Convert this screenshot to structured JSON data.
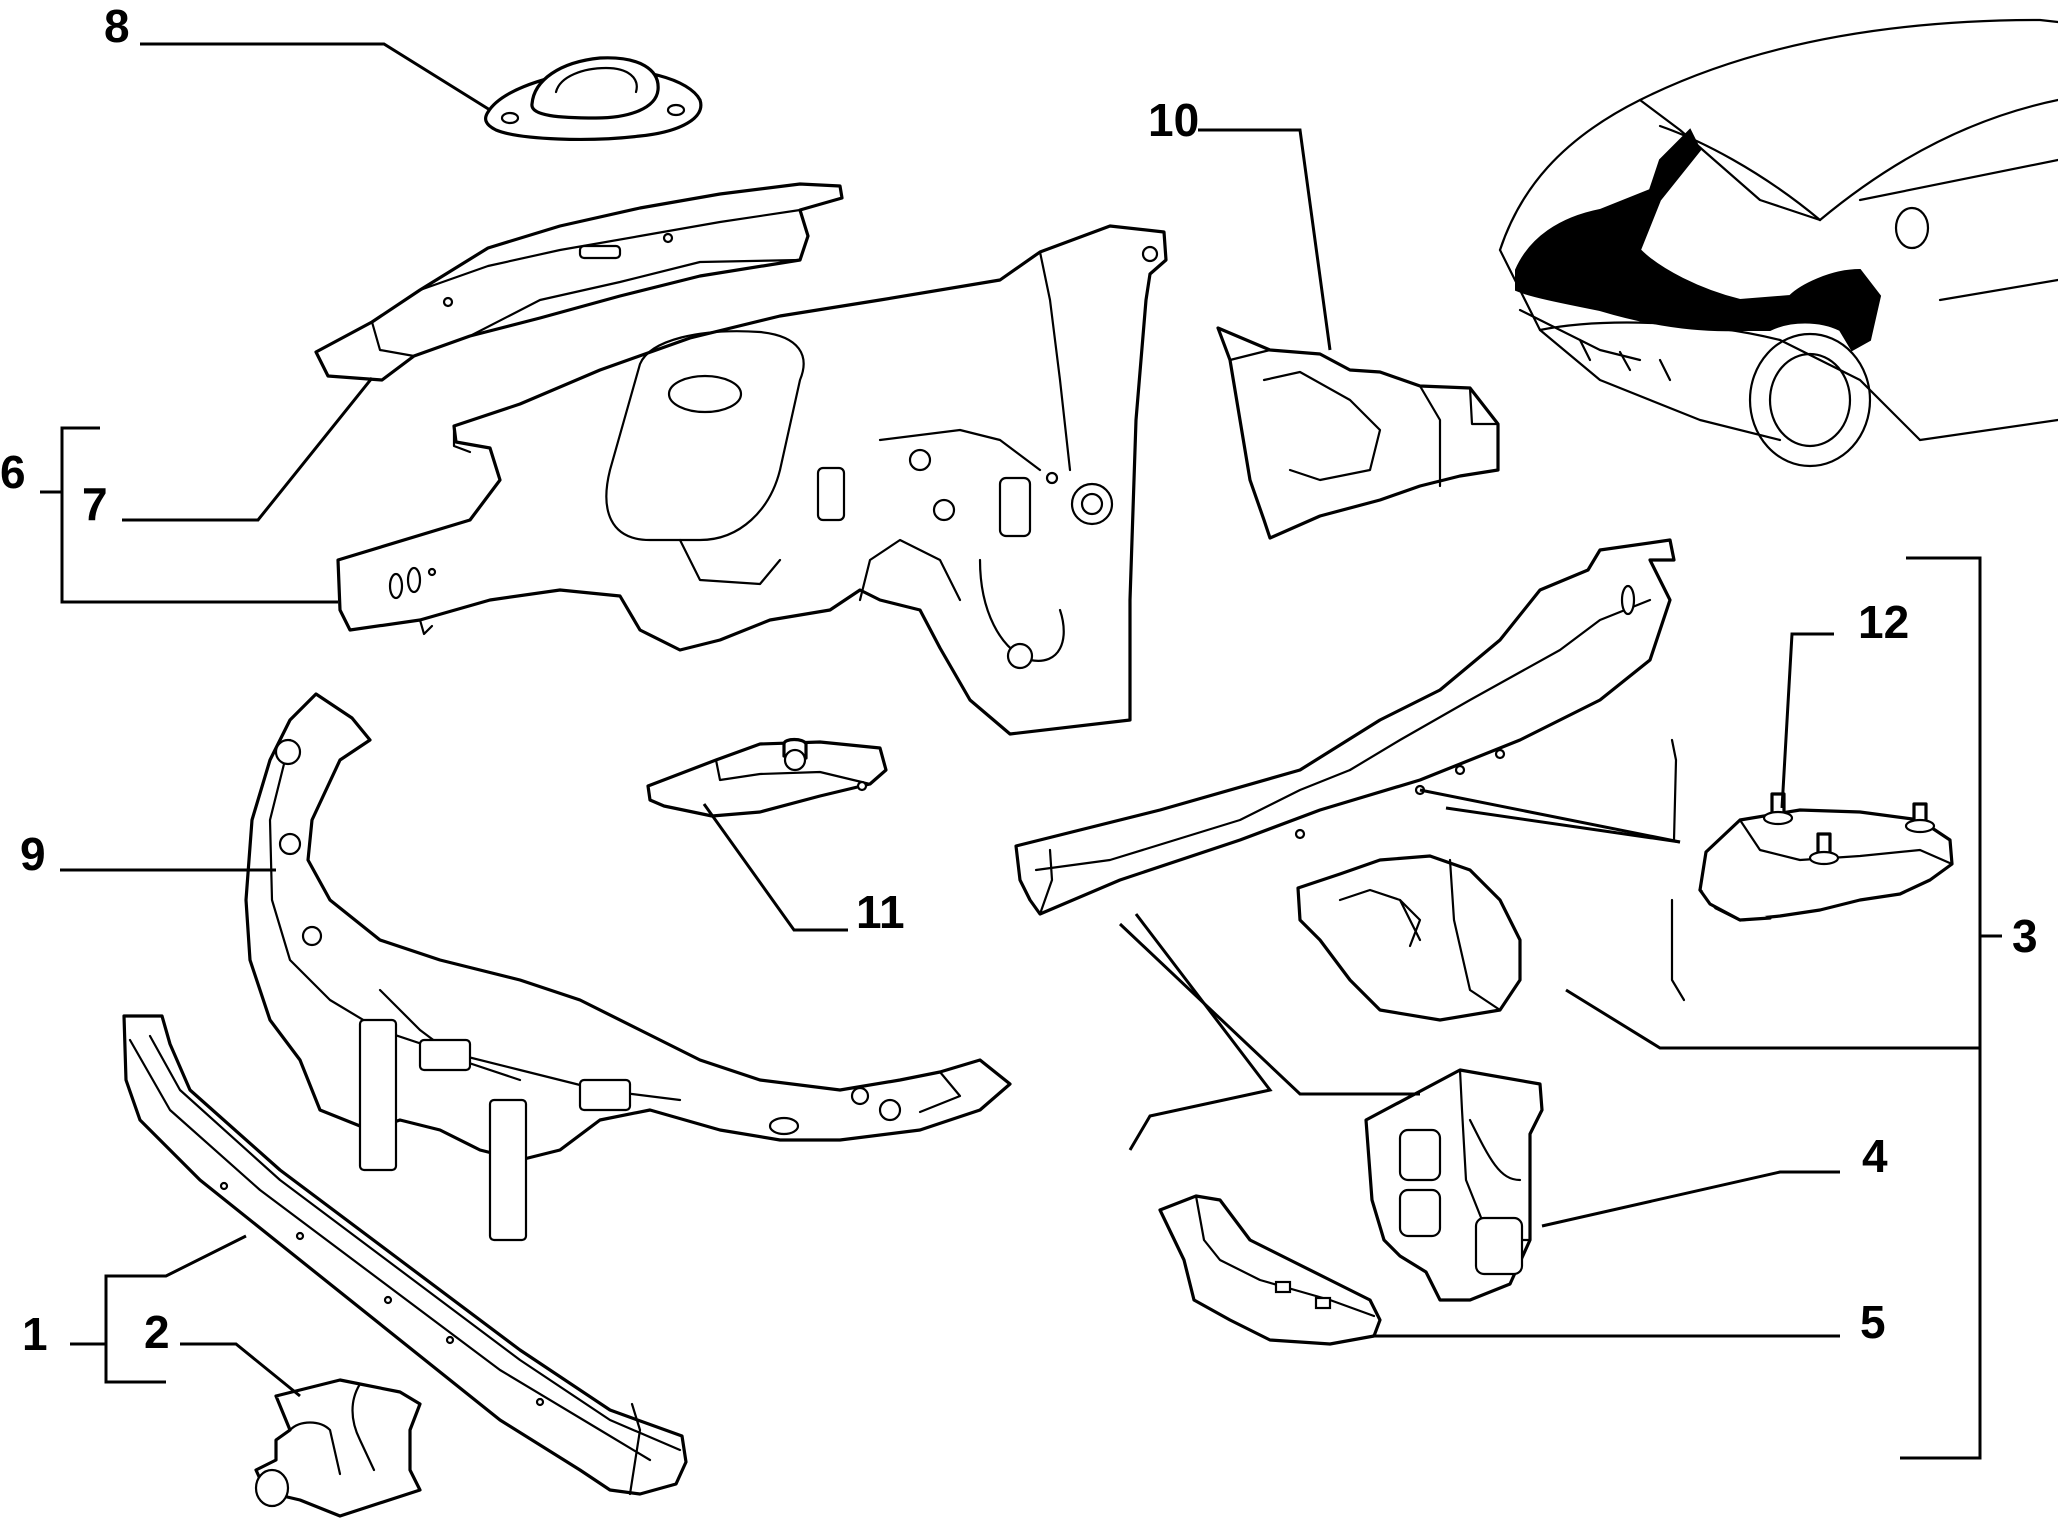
{
  "callouts": {
    "c1": "1",
    "c2": "2",
    "c3": "3",
    "c4": "4",
    "c5": "5",
    "c6": "6",
    "c7": "7",
    "c8": "8",
    "c9": "9",
    "c10": "10",
    "c11": "11",
    "c12": "12"
  },
  "colors": {
    "line": "#000000",
    "background": "#ffffff",
    "highlight": "#000000"
  }
}
